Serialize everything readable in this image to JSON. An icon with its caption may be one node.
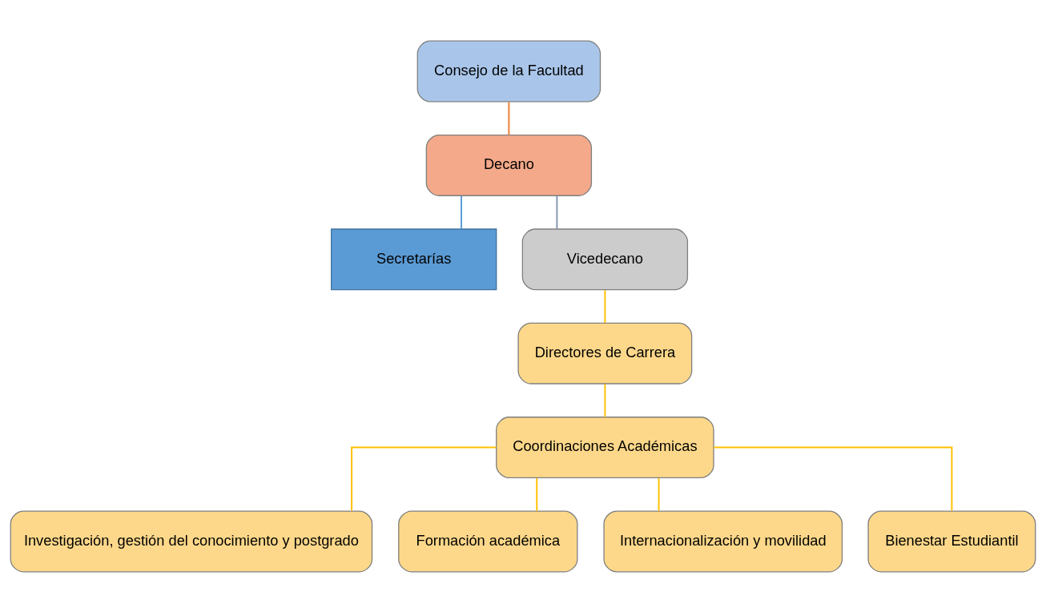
{
  "diagram": {
    "nodes": [
      {
        "text": [
          "Consejo de la Facultad"
        ]
      },
      {
        "text": [
          "Decano"
        ]
      },
      {
        "text": [
          "Secretarías"
        ]
      },
      {
        "text": [
          "Vicedecano"
        ]
      },
      {
        "text": [
          "Directores de Carrera"
        ]
      },
      {
        "text": [
          "Coordinaciones Académicas"
        ]
      },
      {
        "text": [
          "Investigación, gestión del conocimiento y postgrado"
        ]
      },
      {
        "text": [
          "Formación académica"
        ]
      },
      {
        "text": [
          "Internacionalización y movilidad"
        ]
      },
      {
        "text": [
          "Bienestar Estudiantil"
        ]
      }
    ],
    "edges": [
      {
        "from": 0,
        "to": 1,
        "arrow": "none",
        "color": "#ed7d31"
      },
      {
        "from": 1,
        "to": 3,
        "arrow": "none",
        "color": "#8497b0"
      },
      {
        "from": 1,
        "to": 2,
        "arrow": "none",
        "color": "#5b9bd5"
      },
      {
        "from": 3,
        "to": 4,
        "arrow": "none"
      },
      {
        "from": 4,
        "to": 5,
        "arrow": "none"
      },
      {
        "from": 5,
        "to": 6,
        "arrow": "none"
      },
      {
        "from": 5,
        "to": 7,
        "arrow": "none"
      },
      {
        "from": 5,
        "to": 8,
        "arrow": "none"
      },
      {
        "from": 5,
        "to": 9,
        "arrow": "none"
      }
    ]
  }
}
